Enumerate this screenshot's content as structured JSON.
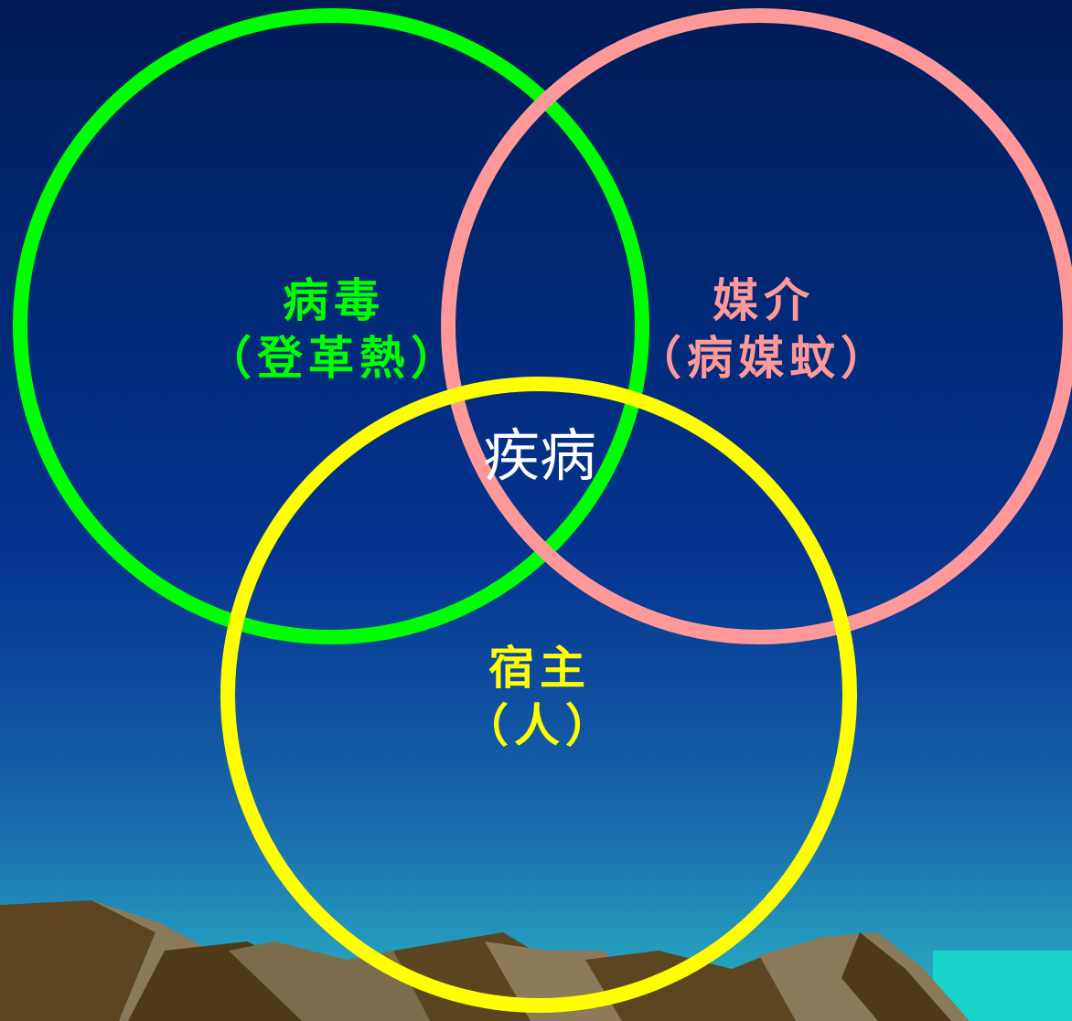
{
  "colors": {
    "background_top": "#001a55",
    "background_bottom": "#27b6c4",
    "virus_circle": "#00ff00",
    "vector_circle": "#ff9999",
    "host_circle": "#ffff00",
    "center_text": "#ffffff",
    "mountain": "#7a6a4a"
  },
  "diagram": {
    "virus": {
      "title": "病毒",
      "subtitle": "（登革熱）"
    },
    "vector": {
      "title": "媒介",
      "subtitle": "（病媒蚊）"
    },
    "host": {
      "title": "宿主",
      "subtitle": "（人）"
    },
    "intersection": {
      "label": "疾病"
    }
  }
}
